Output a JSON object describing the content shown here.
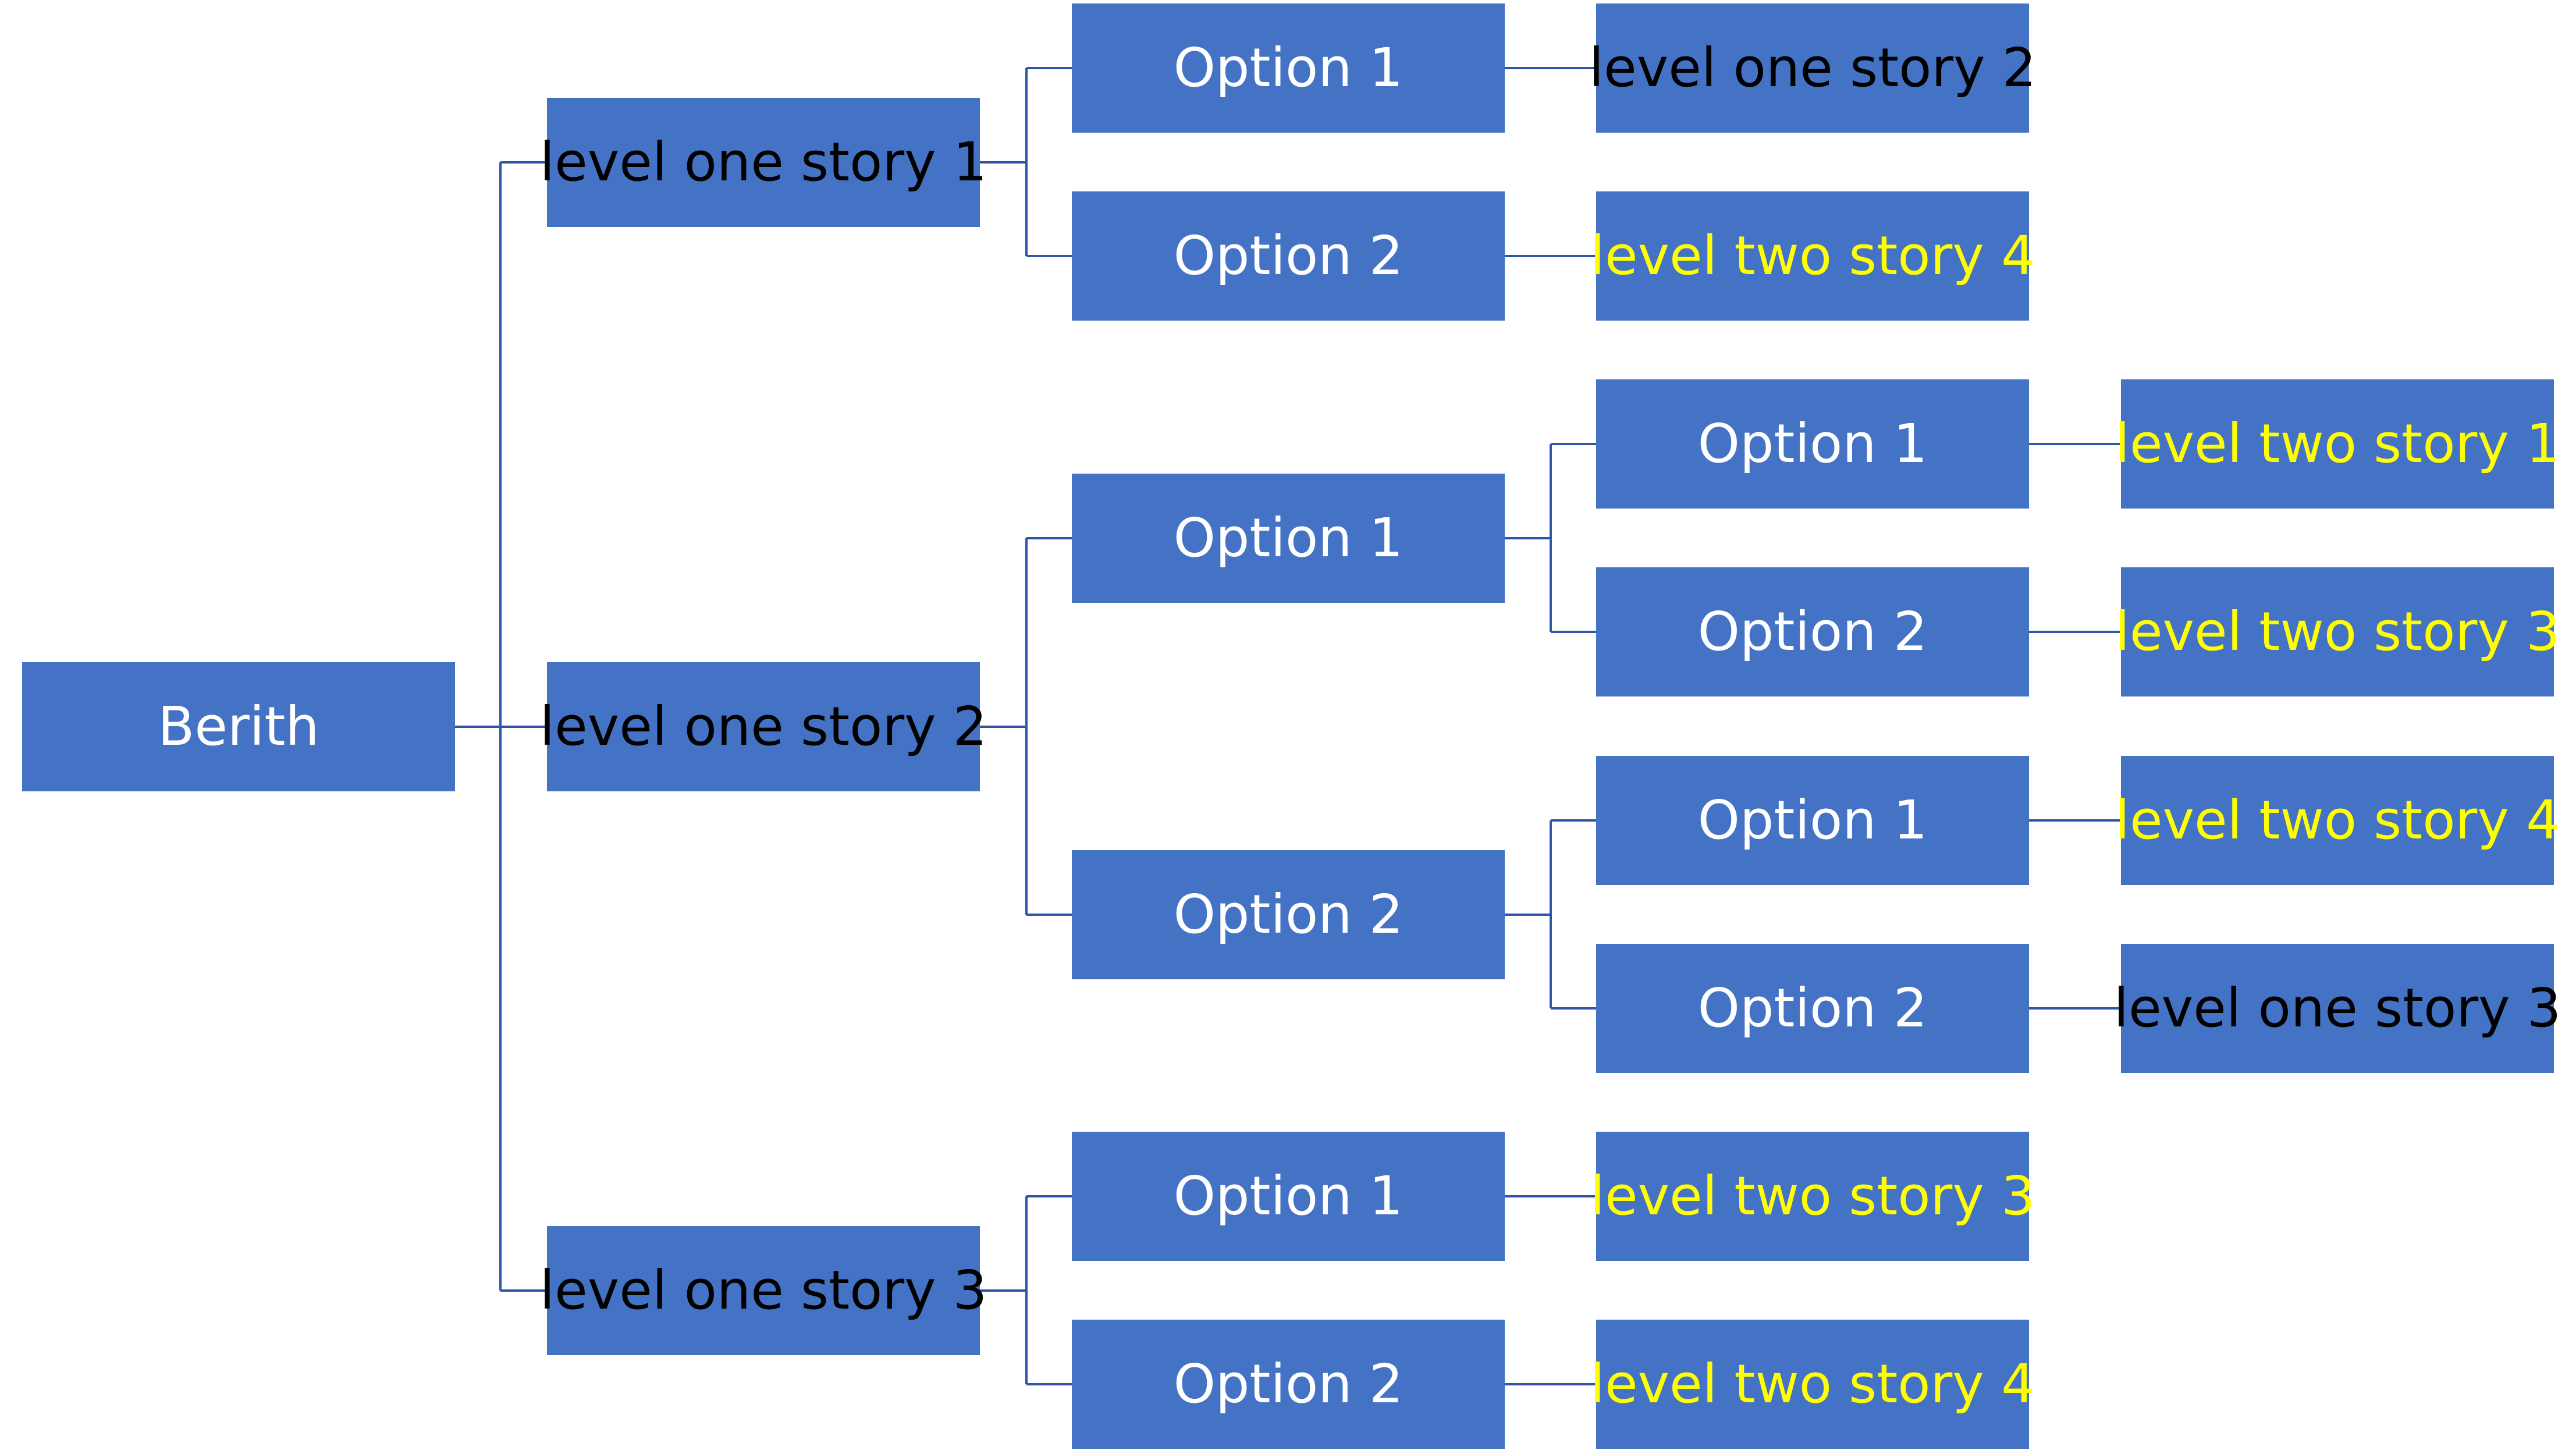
{
  "colors": {
    "box_fill": "#4472C4",
    "connector": "#2F55A8",
    "text_white": "#FFFFFF",
    "text_black": "#000000",
    "text_yellow": "#FFFF00"
  },
  "tree": {
    "root": {
      "label": "Berith",
      "text_color": "white"
    },
    "stories": [
      {
        "label": "level one story 1",
        "text_color": "black",
        "options": [
          {
            "label": "Option 1",
            "text_color": "white",
            "leaf": {
              "label": "level one story 2",
              "text_color": "black"
            }
          },
          {
            "label": "Option 2",
            "text_color": "white",
            "leaf": {
              "label": "level two story 4",
              "text_color": "yellow"
            }
          }
        ]
      },
      {
        "label": "level one story 2",
        "text_color": "black",
        "options": [
          {
            "label": "Option 1",
            "text_color": "white",
            "suboptions": [
              {
                "label": "Option 1",
                "text_color": "white",
                "leaf": {
                  "label": "level two story 1",
                  "text_color": "yellow"
                }
              },
              {
                "label": "Option 2",
                "text_color": "white",
                "leaf": {
                  "label": "level two story 3",
                  "text_color": "yellow"
                }
              }
            ]
          },
          {
            "label": "Option 2",
            "text_color": "white",
            "suboptions": [
              {
                "label": "Option 1",
                "text_color": "white",
                "leaf": {
                  "label": "level two story 4",
                  "text_color": "yellow"
                }
              },
              {
                "label": "Option 2",
                "text_color": "white",
                "leaf": {
                  "label": "level one story 3",
                  "text_color": "black"
                }
              }
            ]
          }
        ]
      },
      {
        "label": "level one story 3",
        "text_color": "black",
        "options": [
          {
            "label": "Option 1",
            "text_color": "white",
            "leaf": {
              "label": "level two story 3",
              "text_color": "yellow"
            }
          },
          {
            "label": "Option 2",
            "text_color": "white",
            "leaf": {
              "label": "level two story 4",
              "text_color": "yellow"
            }
          }
        ]
      }
    ]
  }
}
